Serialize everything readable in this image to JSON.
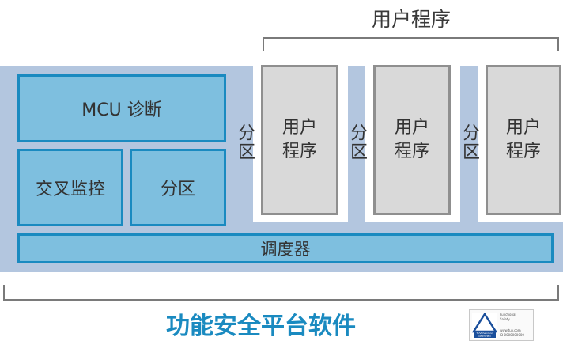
{
  "header": {
    "user_programs_title": "用户程序"
  },
  "modules": {
    "mcu_diag": "MCU 诊断",
    "cross_monitor": "交叉监控",
    "partition": "分区",
    "scheduler": "调度器"
  },
  "apps": [
    {
      "line1": "用户",
      "line2": "程序"
    },
    {
      "line1": "用户",
      "line2": "程序"
    },
    {
      "line1": "用户",
      "line2": "程序"
    }
  ],
  "vertical_partitions": [
    "分区",
    "分区",
    "分区"
  ],
  "footer": {
    "platform_title": "功能安全平台软件"
  },
  "badge": {
    "brand": "TÜVRheinland",
    "certified": "CERTIFIED",
    "line1": "Functional",
    "line2": "Safety",
    "line3": "www.tuv.com",
    "line4": "ID 0000000000"
  },
  "colors": {
    "module_fill": "#7ebfdf",
    "module_border": "#1a8ac0",
    "platform_bg": "#b3c6df",
    "app_fill": "#d9d9d9",
    "title_blue": "#1a8ac0"
  }
}
